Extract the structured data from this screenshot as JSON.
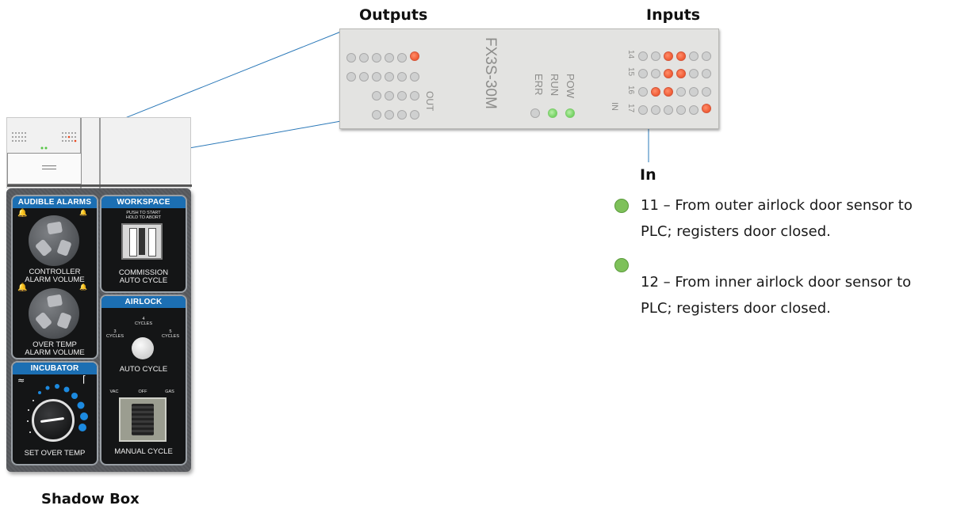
{
  "labels": {
    "outputs": "Outputs",
    "inputs": "Inputs",
    "in": "In",
    "shadow_box": "Shadow Box"
  },
  "plc": {
    "model": "FX3S-30M",
    "status_labels": [
      "POW",
      "RUN",
      "ERR"
    ],
    "out_label": "OUT",
    "in_label": "IN",
    "input_numbers": [
      "14",
      "15",
      "16",
      "17"
    ],
    "status_colors": {
      "active_input": "#e9461d",
      "status_on": "#56c545"
    }
  },
  "panel": {
    "audible_alarms": {
      "header": "AUDIBLE ALARMS",
      "controller": "CONTROLLER\nALARM VOLUME",
      "over_temp": "OVER TEMP\nALARM VOLUME"
    },
    "workspace": {
      "header": "WORKSPACE",
      "instruction": "PUSH TO START\nHOLD TO ABORT",
      "label": "COMMISSION\nAUTO CYCLE"
    },
    "airlock": {
      "header": "AIRLOCK",
      "cycles": [
        "4\nCYCLES",
        "3\nCYCLES",
        "5\nCYCLES"
      ],
      "auto_cycle": "AUTO CYCLE",
      "switch_positions": [
        "VAC",
        "OFF",
        "GAS"
      ],
      "manual_cycle": "MANUAL CYCLE"
    },
    "incubator": {
      "header": "INCUBATOR",
      "label": "SET OVER TEMP"
    },
    "panel_blue": "#1c6fb3"
  },
  "legend": [
    {
      "line1": "11 – From outer airlock door sensor to",
      "line2": "PLC; registers door closed.",
      "color": "#7ec15a"
    },
    {
      "line1": "12 – From inner airlock door sensor to",
      "line2": "PLC; registers door closed.",
      "color": "#7ec15a"
    }
  ]
}
